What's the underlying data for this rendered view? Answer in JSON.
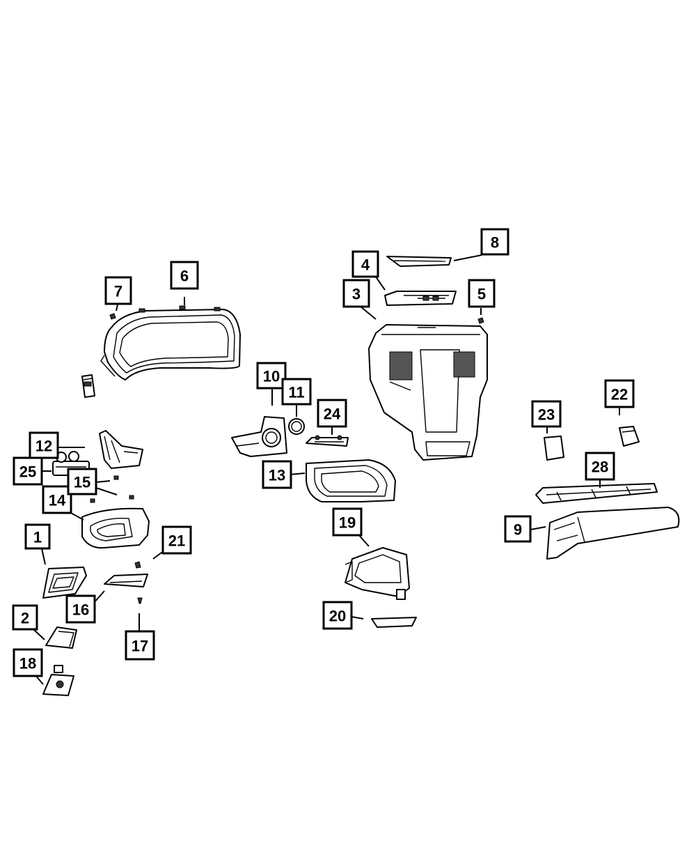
{
  "diagram": {
    "colors": {
      "ink": "#000000",
      "paper": "#ffffff",
      "shade": "#555555"
    },
    "callouts": [
      {
        "id": "c1",
        "label": "1"
      },
      {
        "id": "c2",
        "label": "2"
      },
      {
        "id": "c3",
        "label": "3"
      },
      {
        "id": "c4",
        "label": "4"
      },
      {
        "id": "c5",
        "label": "5"
      },
      {
        "id": "c6",
        "label": "6"
      },
      {
        "id": "c7",
        "label": "7"
      },
      {
        "id": "c8",
        "label": "8"
      },
      {
        "id": "c9",
        "label": "9"
      },
      {
        "id": "c10",
        "label": "10"
      },
      {
        "id": "c11",
        "label": "11"
      },
      {
        "id": "c12",
        "label": "12"
      },
      {
        "id": "c13",
        "label": "13"
      },
      {
        "id": "c14",
        "label": "14"
      },
      {
        "id": "c15",
        "label": "15"
      },
      {
        "id": "c16",
        "label": "16"
      },
      {
        "id": "c17",
        "label": "17"
      },
      {
        "id": "c18",
        "label": "18"
      },
      {
        "id": "c19",
        "label": "19"
      },
      {
        "id": "c20",
        "label": "20"
      },
      {
        "id": "c21",
        "label": "21"
      },
      {
        "id": "c22",
        "label": "22"
      },
      {
        "id": "c23",
        "label": "23"
      },
      {
        "id": "c24",
        "label": "24"
      },
      {
        "id": "c25",
        "label": "25"
      },
      {
        "id": "c28",
        "label": "28"
      }
    ]
  }
}
